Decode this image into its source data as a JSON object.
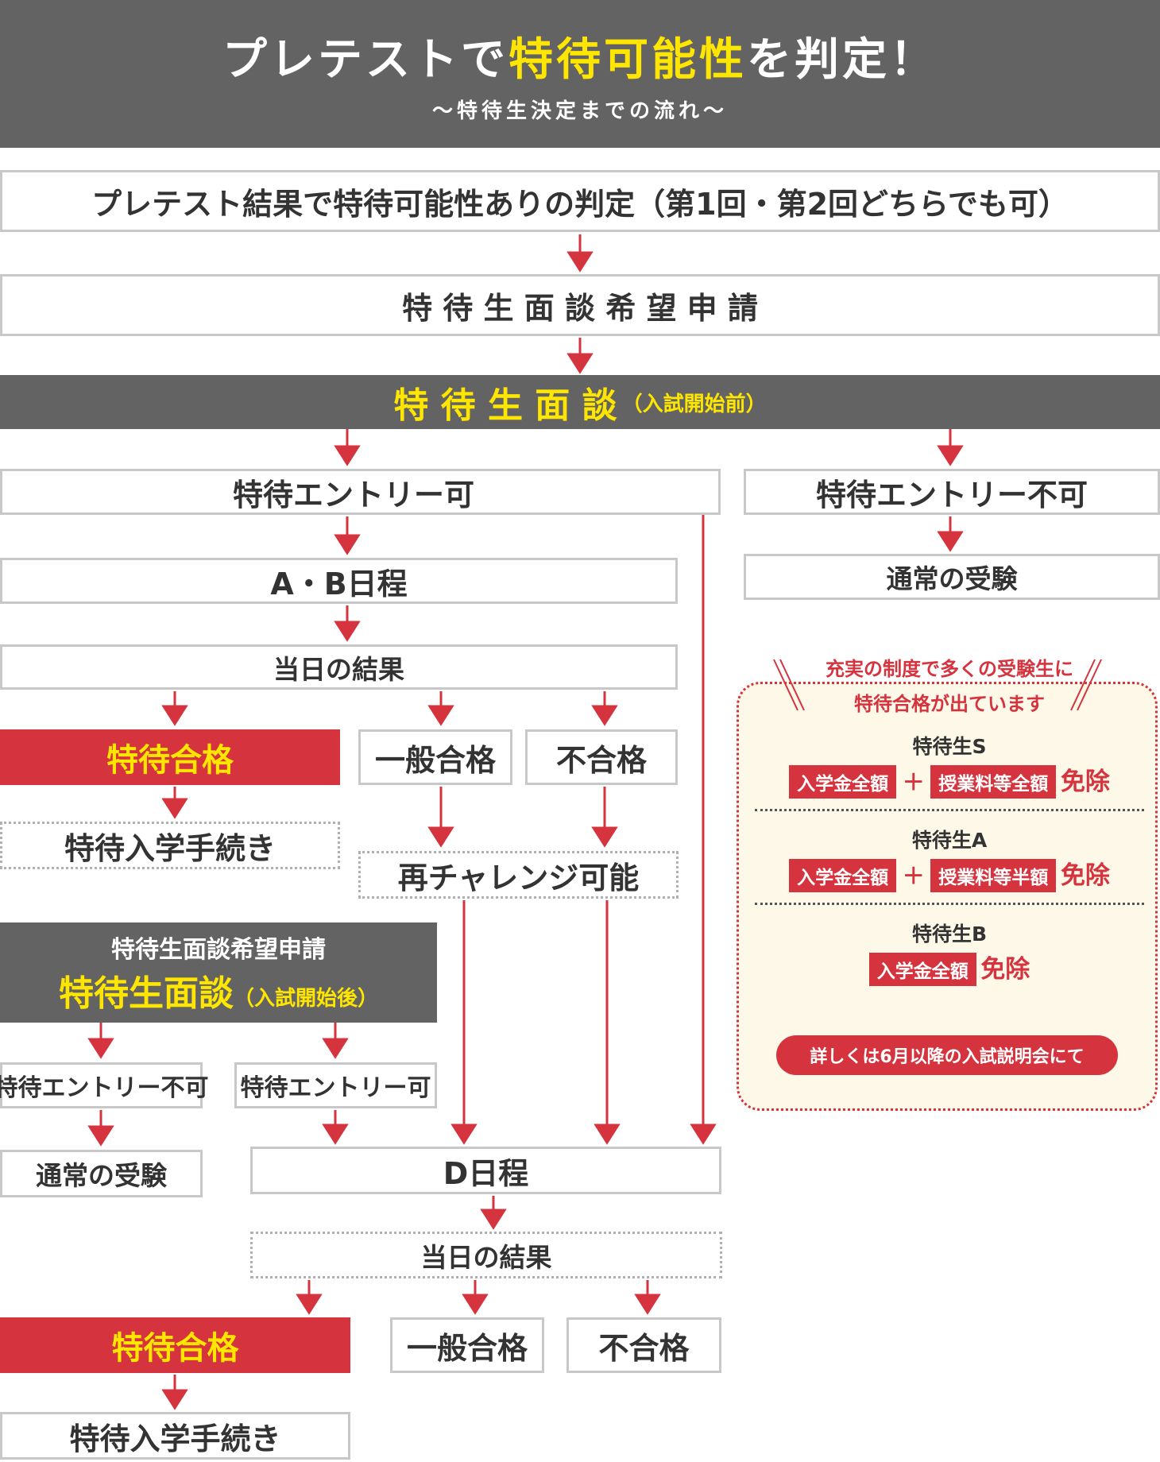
{
  "header": {
    "title_pre": "プレテストで",
    "title_hl": "特待可能性",
    "title_post": "を判定！",
    "subtitle": "～特待生決定までの流れ～"
  },
  "flow": {
    "step1": "プレテスト結果で特待可能性ありの判定（第1回・第2回どちらでも可）",
    "step2": "特 待 生 面 談 希 望 申 請",
    "interview_main": "特 待 生 面 談",
    "interview_main_sub": "（入試開始前）",
    "entry_ok": "特待エントリー可",
    "entry_ng": "特待エントリー不可",
    "normal_exam": "通常の受験",
    "ab_schedule": "A・B日程",
    "result_day": "当日の結果",
    "special_pass": "特待合格",
    "general_pass": "一般合格",
    "fail": "不合格",
    "enroll_proc": "特待入学手続き",
    "rechallenge": "再チャレンジ可能",
    "interview2_top": "特待生面談希望申請",
    "interview2_main": "特待生面談",
    "interview2_sub": "（入試開始後）",
    "entry_ng2": "特待エントリー不可",
    "entry_ok2": "特待エントリー可",
    "normal_exam2": "通常の受験",
    "d_schedule": "D日程",
    "result_day2": "当日の結果",
    "special_pass2": "特待合格",
    "general_pass2": "一般合格",
    "fail2": "不合格",
    "enroll_proc2": "特待入学手続き"
  },
  "panel": {
    "heading1": "充実の制度で多くの受験生に",
    "heading2": "特待合格が出ています",
    "tier_s": "特待生S",
    "tier_a": "特待生A",
    "tier_b": "特待生B",
    "tag_admission": "入学金全額",
    "tag_tuition_full": "授業料等全額",
    "tag_tuition_half": "授業料等半額",
    "plus": "＋",
    "exempt": "免除",
    "button": "詳しくは6月以降の入試説明会にて"
  },
  "colors": {
    "accent_red": "#d5343e",
    "highlight_yellow": "#ffe600",
    "dark_gray": "#636363",
    "panel_bg": "#fdf8e8"
  }
}
